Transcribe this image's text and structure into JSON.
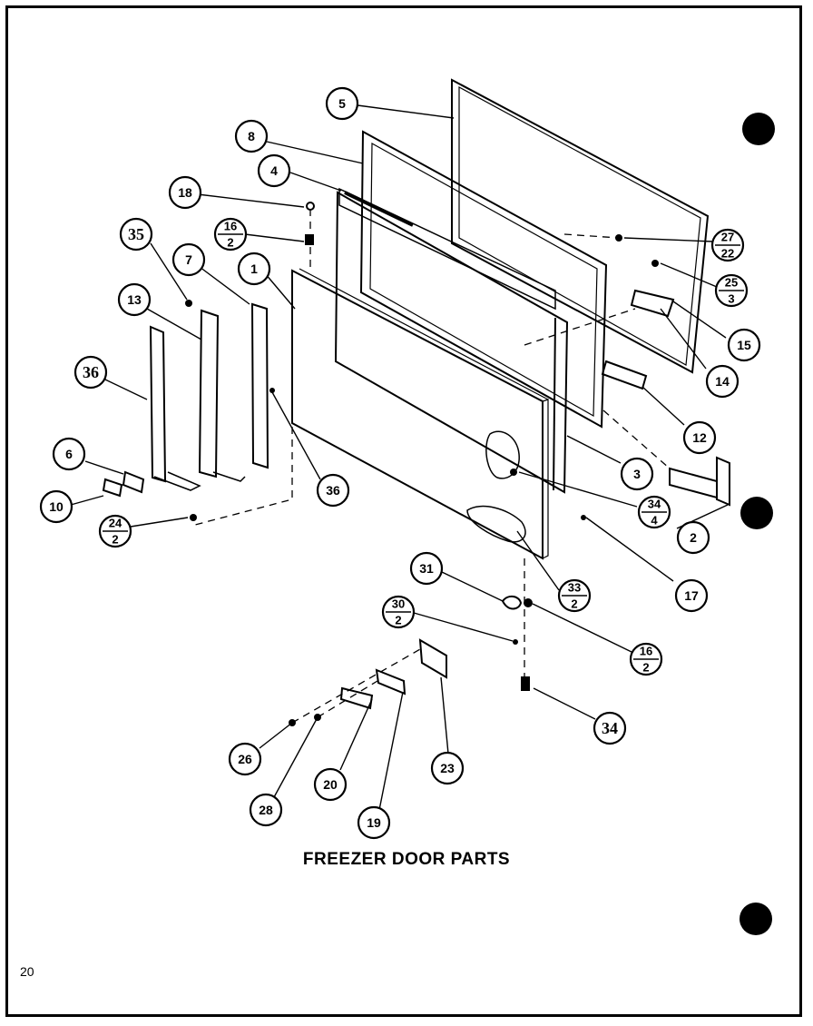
{
  "title": "FREEZER DOOR PARTS",
  "page_number": "20",
  "callouts": {
    "c5": "5",
    "c8": "8",
    "c4": "4",
    "c18": "18",
    "c16a_top": "16",
    "c16a_bot": "2",
    "c35": "35",
    "c7": "7",
    "c1": "1",
    "c13": "13",
    "c36a": "36",
    "c6": "6",
    "c10": "10",
    "c24_top": "24",
    "c24_bot": "2",
    "c36b": "36",
    "c27_top": "27",
    "c27_bot": "22",
    "c25_top": "25",
    "c25_bot": "3",
    "c15": "15",
    "c14": "14",
    "c12": "12",
    "c3": "3",
    "c34a_top": "34",
    "c34a_bot": "4",
    "c2": "2",
    "c17": "17",
    "c31": "31",
    "c33_top": "33",
    "c33_bot": "2",
    "c30_top": "30",
    "c30_bot": "2",
    "c16b_top": "16",
    "c16b_bot": "2",
    "c34b": "34",
    "c26a": "26",
    "c28": "28",
    "c20": "20",
    "c19": "19",
    "c23": "23"
  }
}
